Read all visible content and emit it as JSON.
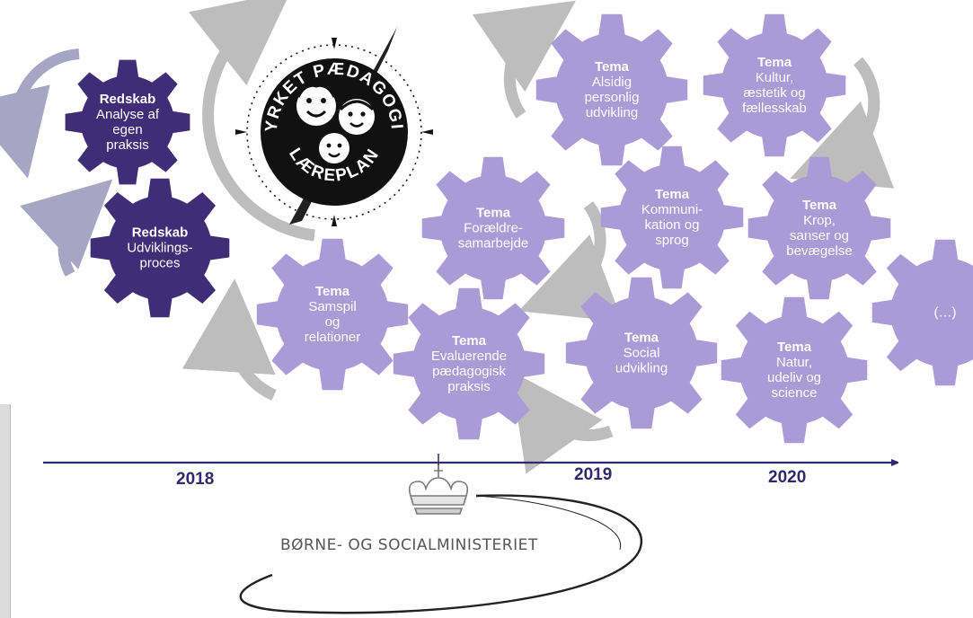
{
  "colors": {
    "dark_gear": "#3f2d77",
    "light_gear": "#a99bd6",
    "arrow_gray": "#bdbdbd",
    "axis": "#2e2a6b",
    "logo_black": "#111111"
  },
  "gears": [
    {
      "id": "redskab-analyse",
      "heading": "Redskab",
      "lines": [
        "Analyse af",
        "egen",
        "praksis"
      ],
      "variant": "dark"
    },
    {
      "id": "redskab-udvikling",
      "heading": "Redskab",
      "lines": [
        "Udviklings-",
        "proces"
      ],
      "variant": "dark"
    },
    {
      "id": "tema-samspil",
      "heading": "Tema",
      "lines": [
        "Samspil",
        "og",
        "relationer"
      ],
      "variant": "light"
    },
    {
      "id": "tema-foraeldre",
      "heading": "Tema",
      "lines": [
        "Forældre-",
        "samarbejde"
      ],
      "variant": "light"
    },
    {
      "id": "tema-evaluerende",
      "heading": "Tema",
      "lines": [
        "Evaluerende",
        "pædagogisk",
        "praksis"
      ],
      "variant": "light"
    },
    {
      "id": "tema-alsidig",
      "heading": "Tema",
      "lines": [
        "Alsidig",
        "personlig",
        "udvikling"
      ],
      "variant": "light"
    },
    {
      "id": "tema-kommunikation",
      "heading": "Tema",
      "lines": [
        "Kommuni-",
        "kation og",
        "sprog"
      ],
      "variant": "light"
    },
    {
      "id": "tema-social",
      "heading": "Tema",
      "lines": [
        "Social",
        "udvikling"
      ],
      "variant": "light"
    },
    {
      "id": "tema-kultur",
      "heading": "Tema",
      "lines": [
        "Kultur,",
        "æstetik og",
        "fællesskab"
      ],
      "variant": "light"
    },
    {
      "id": "tema-krop",
      "heading": "Tema",
      "lines": [
        "Krop,",
        "sanser og",
        "bevægelse"
      ],
      "variant": "light"
    },
    {
      "id": "tema-natur",
      "heading": "Tema",
      "lines": [
        "Natur,",
        "udeliv og",
        "science"
      ],
      "variant": "light"
    },
    {
      "id": "tema-more",
      "heading": "",
      "lines": [
        "(…)"
      ],
      "variant": "light"
    }
  ],
  "logo": {
    "top_text": "STYRKET PÆDAGOGISK",
    "bottom_text": "LÆREPLAN"
  },
  "timeline": {
    "years": [
      "2018",
      "2019",
      "2020"
    ]
  },
  "ministry": {
    "name": "BØRNE- OG SOCIALMINISTERIET"
  }
}
